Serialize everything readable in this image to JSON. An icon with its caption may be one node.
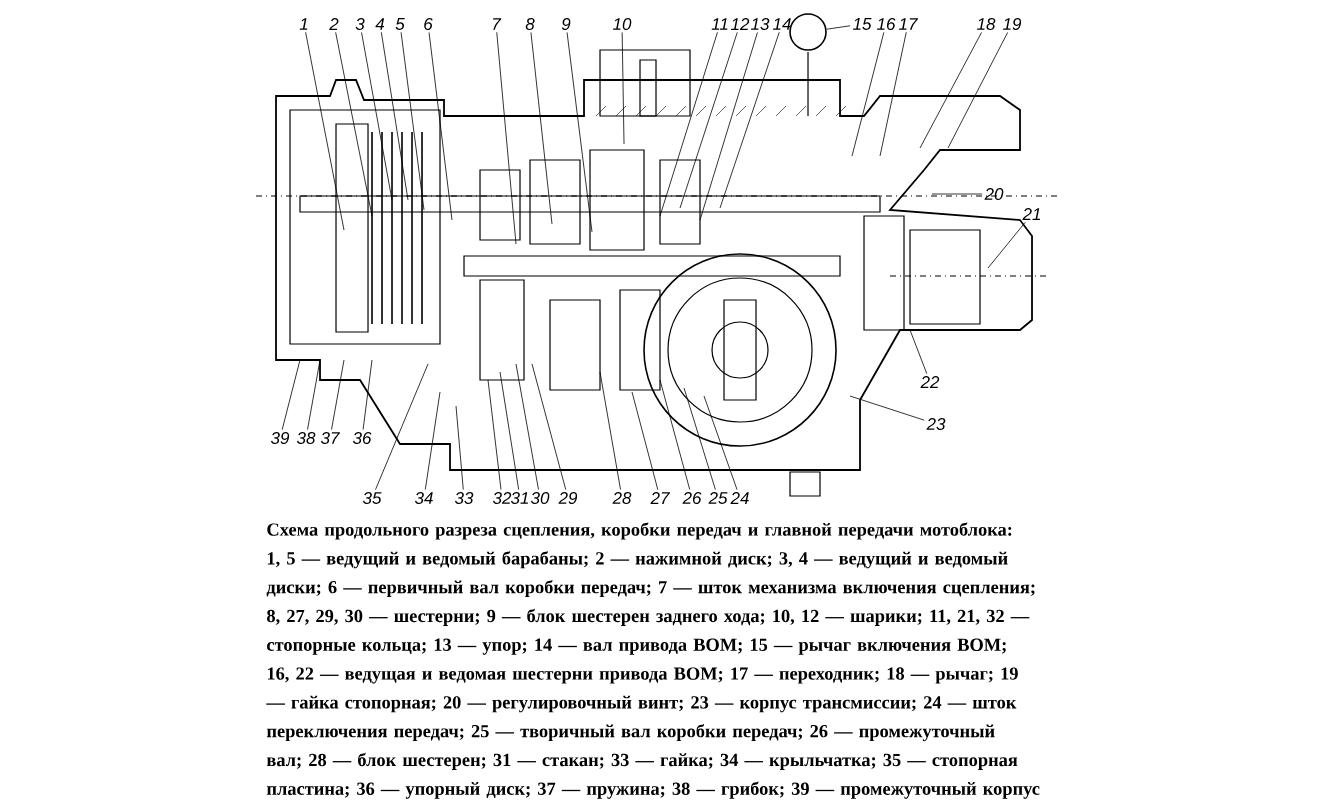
{
  "diagram": {
    "caption": "Схема продольного разреза сцепления, коробки передач и главной передачи мотоблока: 1, 5 — ведущий и ведомый барабаны; 2 — нажимной диск; 3, 4 — ведущий и ведомый диски; 6 — первичный вал коробки передач; 7 — шток механизма включения сцепления; 8, 27, 29, 30 — шестерни; 9 — блок шестерен заднего хода; 10, 12 — шарики; 11, 21, 32 — стопорные кольца; 13 — упор; 14 — вал привода ВОМ; 15 — рычаг включения ВОМ; 16, 22 — ведущая и ведомая шестерни привода ВОМ; 17 — переходник; 18 — рычаг; 19 — гайка стопорная; 20 — регулировочный винт; 23 — корпус трансмиссии; 24 — шток переключения передач; 25 — творичный вал коробки передач; 26 — промежуточный вал; 28 — блок шестерен; 31 — стакан; 33 — гайка; 34 — крыльчатка; 35 — стопорная пластина; 36 — упорный диск; 37 — пружина; 38 — грибок; 39 — промежуточный корпус",
    "nodes": [
      {
        "text": [
          "1"
        ]
      },
      {
        "text": [
          "2"
        ]
      },
      {
        "text": [
          "3"
        ]
      },
      {
        "text": [
          "4"
        ]
      },
      {
        "text": [
          "5"
        ]
      },
      {
        "text": [
          "6"
        ]
      },
      {
        "text": [
          "7"
        ]
      },
      {
        "text": [
          "8"
        ]
      },
      {
        "text": [
          "9"
        ]
      },
      {
        "text": [
          "10"
        ]
      },
      {
        "text": [
          "11"
        ]
      },
      {
        "text": [
          "12"
        ]
      },
      {
        "text": [
          "13"
        ]
      },
      {
        "text": [
          "14"
        ]
      },
      {
        "text": [
          "15"
        ]
      },
      {
        "text": [
          "16"
        ]
      },
      {
        "text": [
          "17"
        ]
      },
      {
        "text": [
          "18"
        ]
      },
      {
        "text": [
          "19"
        ]
      },
      {
        "text": [
          "20"
        ]
      },
      {
        "text": [
          "21"
        ]
      },
      {
        "text": [
          "22"
        ]
      },
      {
        "text": [
          "23"
        ]
      },
      {
        "text": [
          "24"
        ]
      },
      {
        "text": [
          "25"
        ]
      },
      {
        "text": [
          "26"
        ]
      },
      {
        "text": [
          "27"
        ]
      },
      {
        "text": [
          "28"
        ]
      },
      {
        "text": [
          "29"
        ]
      },
      {
        "text": [
          "30"
        ]
      },
      {
        "text": [
          "31"
        ]
      },
      {
        "text": [
          "32"
        ]
      },
      {
        "text": [
          "33"
        ]
      },
      {
        "text": [
          "34"
        ]
      },
      {
        "text": [
          "35"
        ]
      },
      {
        "text": [
          "36"
        ]
      },
      {
        "text": [
          "37"
        ]
      },
      {
        "text": [
          "38"
        ]
      },
      {
        "text": [
          "39"
        ]
      },
      {
        "text": [],
        "shape": "circle"
      }
    ],
    "edges": [
      {
        "from": 0,
        "to": null,
        "arrow": "none"
      },
      {
        "from": 1,
        "to": null,
        "arrow": "none"
      },
      {
        "from": 2,
        "to": null,
        "arrow": "none"
      },
      {
        "from": 3,
        "to": null,
        "arrow": "none"
      },
      {
        "from": 4,
        "to": null,
        "arrow": "none"
      },
      {
        "from": 5,
        "to": null,
        "arrow": "none"
      },
      {
        "from": 6,
        "to": null,
        "arrow": "none"
      },
      {
        "from": 7,
        "to": null,
        "arrow": "none"
      },
      {
        "from": 8,
        "to": null,
        "arrow": "none"
      },
      {
        "from": 9,
        "to": null,
        "arrow": "none"
      },
      {
        "from": 10,
        "to": null,
        "arrow": "none"
      },
      {
        "from": 11,
        "to": null,
        "arrow": "none"
      },
      {
        "from": 12,
        "to": null,
        "arrow": "none"
      },
      {
        "from": 13,
        "to": null,
        "arrow": "none"
      },
      {
        "from": 14,
        "to": 39,
        "arrow": "none"
      },
      {
        "from": 15,
        "to": null,
        "arrow": "none"
      },
      {
        "from": 16,
        "to": null,
        "arrow": "none"
      },
      {
        "from": 17,
        "to": null,
        "arrow": "none"
      },
      {
        "from": 18,
        "to": null,
        "arrow": "none"
      },
      {
        "from": 19,
        "to": null,
        "arrow": "none"
      },
      {
        "from": 20,
        "to": null,
        "arrow": "none"
      },
      {
        "from": 21,
        "to": null,
        "arrow": "none"
      },
      {
        "from": 22,
        "to": null,
        "arrow": "none"
      },
      {
        "from": 23,
        "to": null,
        "arrow": "none"
      },
      {
        "from": 24,
        "to": null,
        "arrow": "none"
      },
      {
        "from": 25,
        "to": null,
        "arrow": "none"
      },
      {
        "from": 26,
        "to": null,
        "arrow": "none"
      },
      {
        "from": 27,
        "to": null,
        "arrow": "none"
      },
      {
        "from": 28,
        "to": null,
        "arrow": "none"
      },
      {
        "from": 29,
        "to": null,
        "arrow": "none"
      },
      {
        "from": 30,
        "to": null,
        "arrow": "none"
      },
      {
        "from": 31,
        "to": null,
        "arrow": "none"
      },
      {
        "from": 32,
        "to": null,
        "arrow": "none"
      },
      {
        "from": 33,
        "to": null,
        "arrow": "none"
      },
      {
        "from": 34,
        "to": null,
        "arrow": "none"
      },
      {
        "from": 35,
        "to": null,
        "arrow": "none"
      },
      {
        "from": 36,
        "to": null,
        "arrow": "none"
      },
      {
        "from": 37,
        "to": null,
        "arrow": "none"
      },
      {
        "from": 38,
        "to": null,
        "arrow": "none"
      }
    ]
  }
}
